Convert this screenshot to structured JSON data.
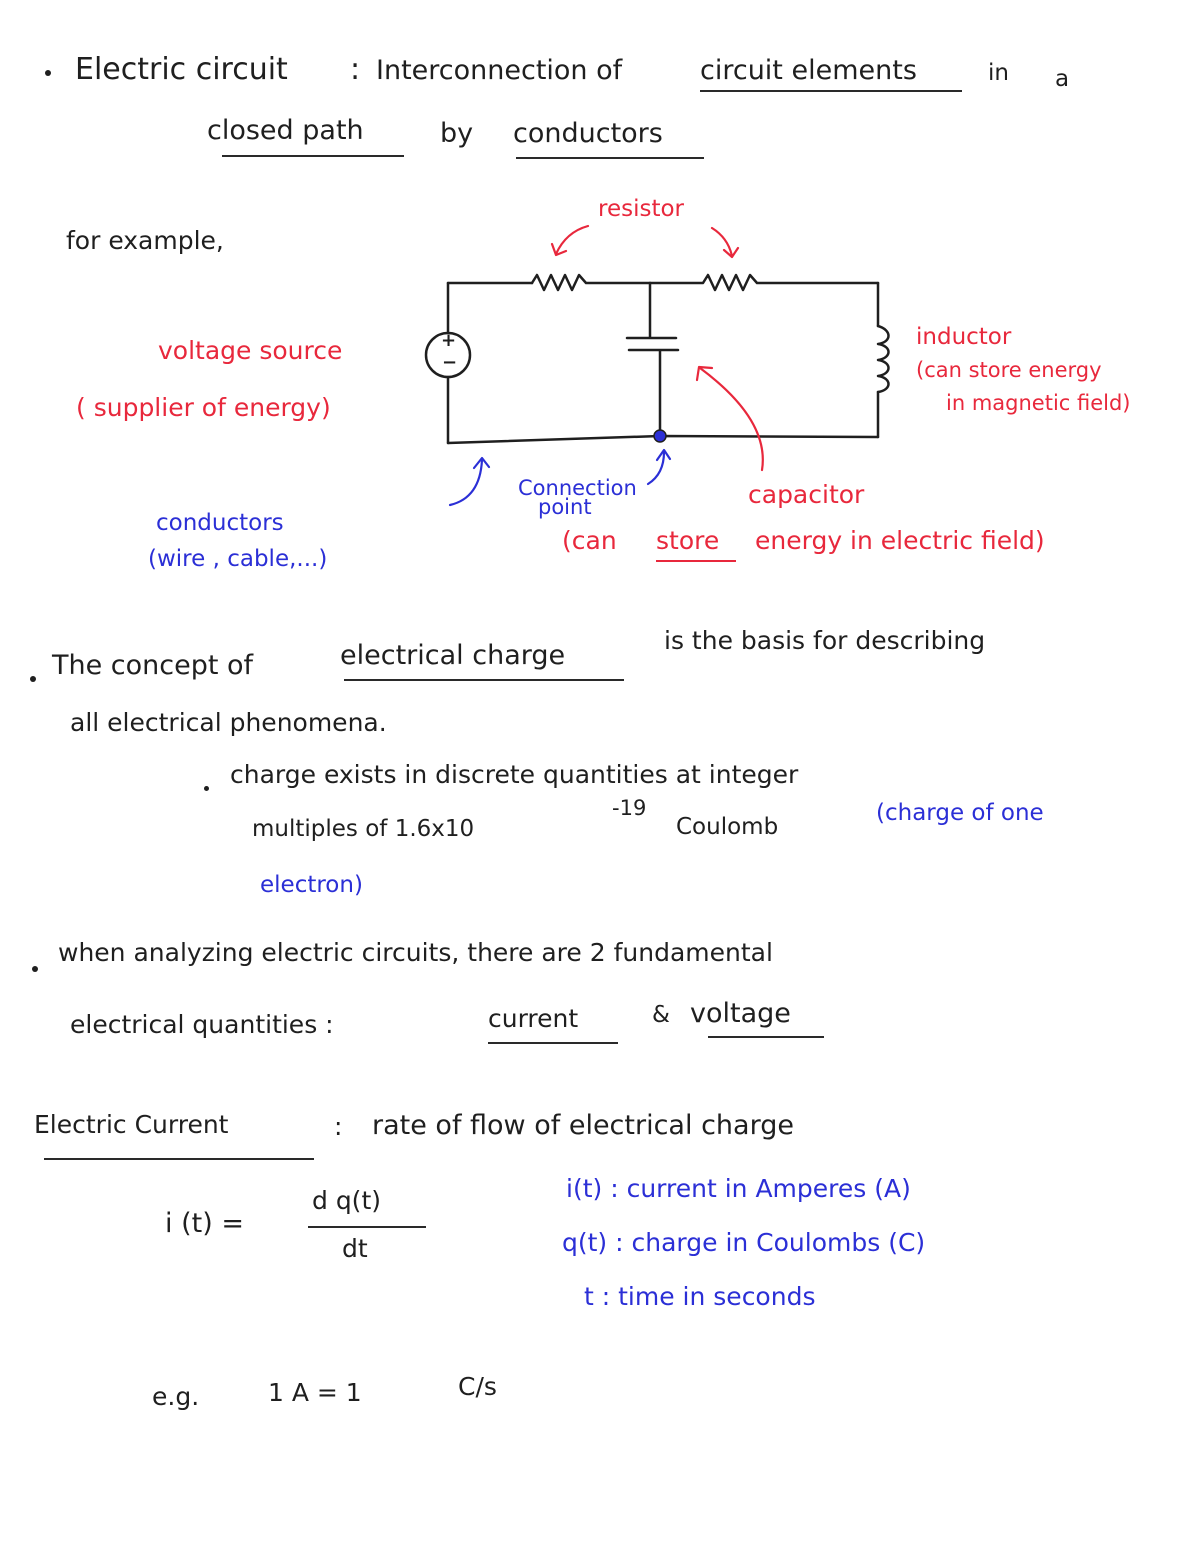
{
  "section1": {
    "term": "Electric circuit",
    "colon": ":",
    "def_part1": "Interconnection of",
    "def_elements": "circuit elements",
    "def_in": "in",
    "def_a": "a",
    "def_closed": "closed path",
    "def_by": "by",
    "def_conductors": "conductors"
  },
  "example": {
    "intro": "for example,",
    "resistor": "resistor",
    "voltage_source": "voltage source",
    "voltage_source_desc": "( supplier of energy)",
    "inductor": "inductor",
    "inductor_desc1": "(can store energy",
    "inductor_desc2": "in magnetic field)",
    "conductors": "conductors",
    "conductors_desc": "(wire , cable,...)",
    "connection1": "Connection",
    "connection2": "point",
    "capacitor": "capacitor",
    "capacitor_desc_open": "(can",
    "capacitor_desc_store": "store",
    "capacitor_desc_rest": "energy in electric field)",
    "source_plus": "+",
    "source_minus": "−"
  },
  "section2": {
    "line1_a": "The concept of",
    "line1_charge": "electrical charge",
    "line1_b": "is the basis for describing",
    "line2": "all electrical phenomena.",
    "sub1": "charge exists in discrete quantities at integer",
    "sub2_a": "multiples of 1.6x10",
    "sub2_exp": "-19",
    "sub2_b": "Coulomb",
    "sub2_red": "(charge of one",
    "sub3": "electron)"
  },
  "section3": {
    "line1": "when analyzing electric circuits, there are 2 fundamental",
    "line2_a": "electrical quantities :",
    "current": "current",
    "amp": "&",
    "voltage": "voltage"
  },
  "section4": {
    "term": "Electric Current",
    "colon": ":",
    "definition": "rate of flow of electrical charge",
    "formula_lhs": "i (t) =",
    "formula_num": "d q(t)",
    "formula_den": "dt",
    "legend1": "i(t) : current in Amperes (A)",
    "legend2": "q(t) : charge in Coulombs (C)",
    "legend3": "t : time in seconds",
    "eg": "e.g.",
    "eg_eq": "1 A = 1",
    "eg_unit": "C/s"
  }
}
